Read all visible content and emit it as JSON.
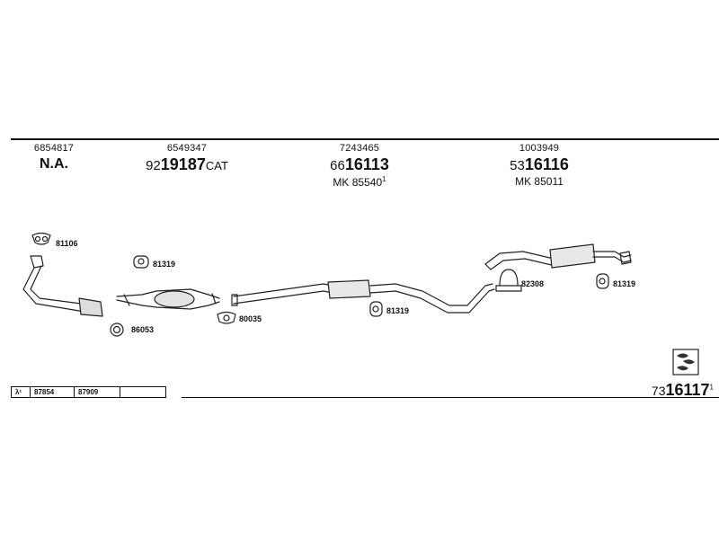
{
  "headers": [
    {
      "part_no": "6854817",
      "main": "N.A.",
      "prefix": "",
      "big": "",
      "suffix": "",
      "mk": "",
      "mk_sup": ""
    },
    {
      "part_no": "6549347",
      "main": "",
      "prefix": "92",
      "big": "19187",
      "suffix": "CAT",
      "mk": "",
      "mk_sup": ""
    },
    {
      "part_no": "7243465",
      "main": "",
      "prefix": "66",
      "big": "16113",
      "suffix": "",
      "mk": "MK  85540",
      "mk_sup": "1"
    },
    {
      "part_no": "1003949",
      "main": "",
      "prefix": "53",
      "big": "16116",
      "suffix": "",
      "mk": "MK  85011",
      "mk_sup": ""
    }
  ],
  "labels": {
    "p81106": "81106",
    "p81319a": "81319",
    "p86053": "86053",
    "p80035": "80035",
    "p81319b": "81319",
    "p82308": "82308",
    "p81319c": "81319"
  },
  "lambda_table": {
    "symbol": "λ¹",
    "cells": [
      "87854",
      "87909",
      ""
    ]
  },
  "set_number": {
    "prefix": "73",
    "big": "16117",
    "sup": "1"
  }
}
